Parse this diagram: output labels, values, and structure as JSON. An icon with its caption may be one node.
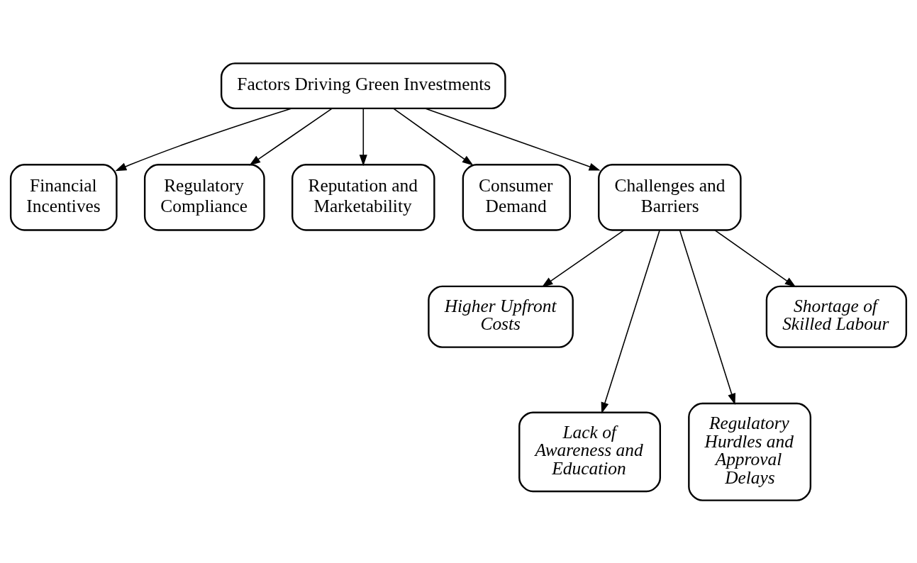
{
  "diagram": {
    "nodes": [
      {
        "text": [
          "Factors Driving Green Investments"
        ]
      },
      {
        "text": [
          "Financial Incentives"
        ]
      },
      {
        "text": [
          "Regulatory Compliance"
        ]
      },
      {
        "text": [
          "Reputation and Marketability"
        ]
      },
      {
        "text": [
          "Consumer Demand"
        ]
      },
      {
        "text": [
          "Challenges and Barriers"
        ]
      },
      {
        "text": [
          "Higher Upfront Costs"
        ]
      },
      {
        "text": [
          "Lack of Awareness and Education"
        ]
      },
      {
        "text": [
          "Regulatory Hurdles and Approval Delays"
        ]
      },
      {
        "text": [
          "Shortage of Skilled Labour"
        ]
      }
    ],
    "edges": [
      {
        "from": 0,
        "to": 1,
        "arrow": "to"
      },
      {
        "from": 0,
        "to": 2,
        "arrow": "to"
      },
      {
        "from": 0,
        "to": 3,
        "arrow": "to"
      },
      {
        "from": 0,
        "to": 4,
        "arrow": "to"
      },
      {
        "from": 0,
        "to": 5,
        "arrow": "to"
      },
      {
        "from": 5,
        "to": 6,
        "arrow": "to"
      },
      {
        "from": 5,
        "to": 7,
        "arrow": "to"
      },
      {
        "from": 5,
        "to": 8,
        "arrow": "to"
      },
      {
        "from": 5,
        "to": 9,
        "arrow": "to"
      }
    ]
  }
}
